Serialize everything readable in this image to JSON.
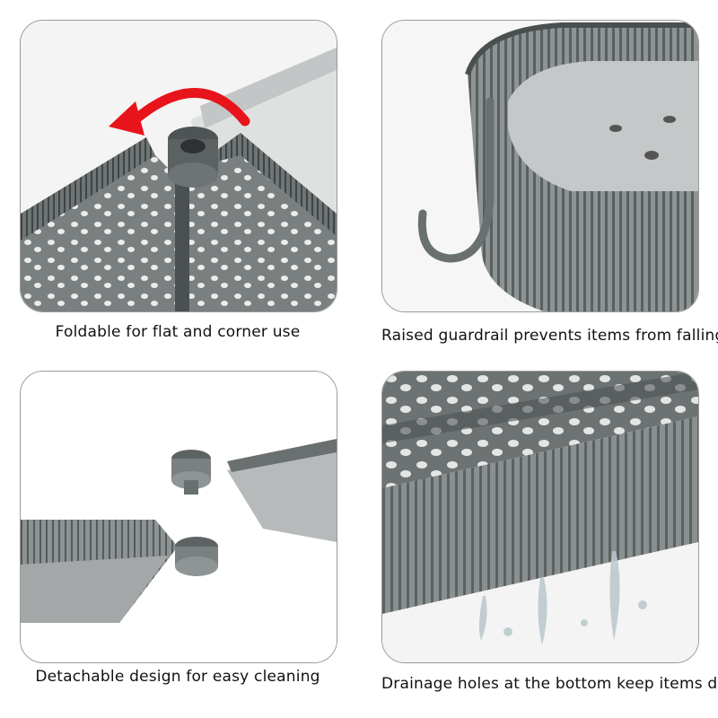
{
  "panels": [
    {
      "caption": "Foldable for flat and corner use",
      "icon": "fold-arrow-icon"
    },
    {
      "caption": "Raised guardrail prevents items from falling",
      "icon": "hook-icon"
    },
    {
      "caption": "Detachable design for easy cleaning",
      "icon": "detach-icon"
    },
    {
      "caption": "Drainage holes at the bottom keep items dry",
      "icon": "water-drop-icon"
    }
  ],
  "colors": {
    "shelf_dark": "#5a5f60",
    "shelf_mid": "#8b9091",
    "shelf_light": "#c9cccc",
    "arrow": "#e8141b",
    "panel_border": "#9a9a9a"
  }
}
